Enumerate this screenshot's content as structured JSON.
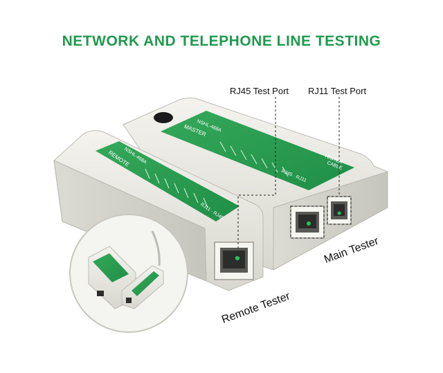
{
  "headline": "NETWORK AND TELEPHONE LINE TESTING",
  "callouts": {
    "rj45_port": "RJ45 Test Port",
    "rj11_port": "RJ11 Test Port"
  },
  "unit_labels": {
    "main": "Main Tester",
    "remote": "Remote Tester"
  },
  "device_print": {
    "remote_brand": "REMOTE",
    "remote_model": "NSHL-468A",
    "master_brand": "MASTER",
    "master_model": "NSHL-468A",
    "remote_ports": "RJ11 · RJ45",
    "master_ports": "RJ45 · RJ11",
    "tester_side": "TESTER",
    "cable_side": "CABLE"
  },
  "colors": {
    "brand_green": "#1f9a4e",
    "label_green": "#2aa050",
    "body": "#e9e8e2",
    "body_shadow": "#c9c8c0"
  }
}
